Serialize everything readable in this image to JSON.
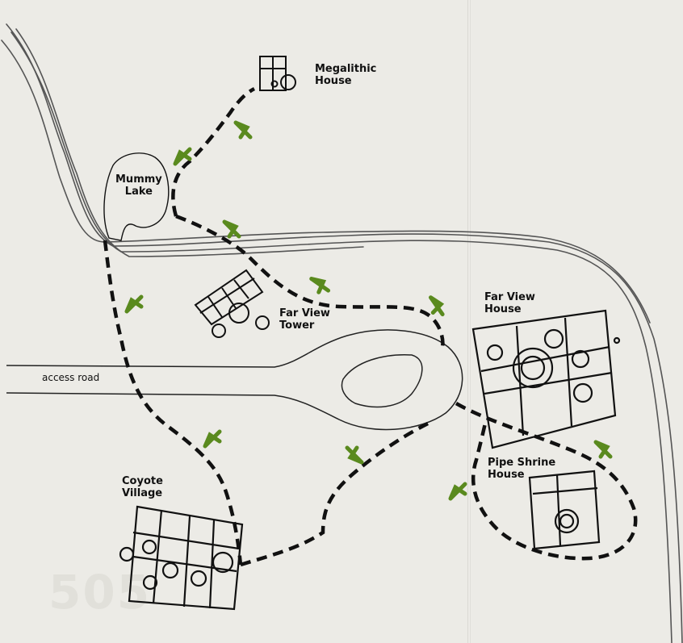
{
  "labels": {
    "megalithic": "Megalithic\nHouse",
    "mummy_lake": "Mummy\nLake",
    "far_view_tower": "Far View\nTower",
    "far_view_house": "Far View\nHouse",
    "pipe_shrine": "Pipe Shrine\nHouse",
    "coyote_village": "Coyote\nVillage",
    "access_road": "access road"
  },
  "page_number": "505",
  "colors": {
    "trail": "#111111",
    "arrow": "#5a8a1e",
    "road": "#222222",
    "ruin": "#111111",
    "paper": "#ecebe6"
  },
  "icons": [
    "trail-arrow-icon"
  ]
}
